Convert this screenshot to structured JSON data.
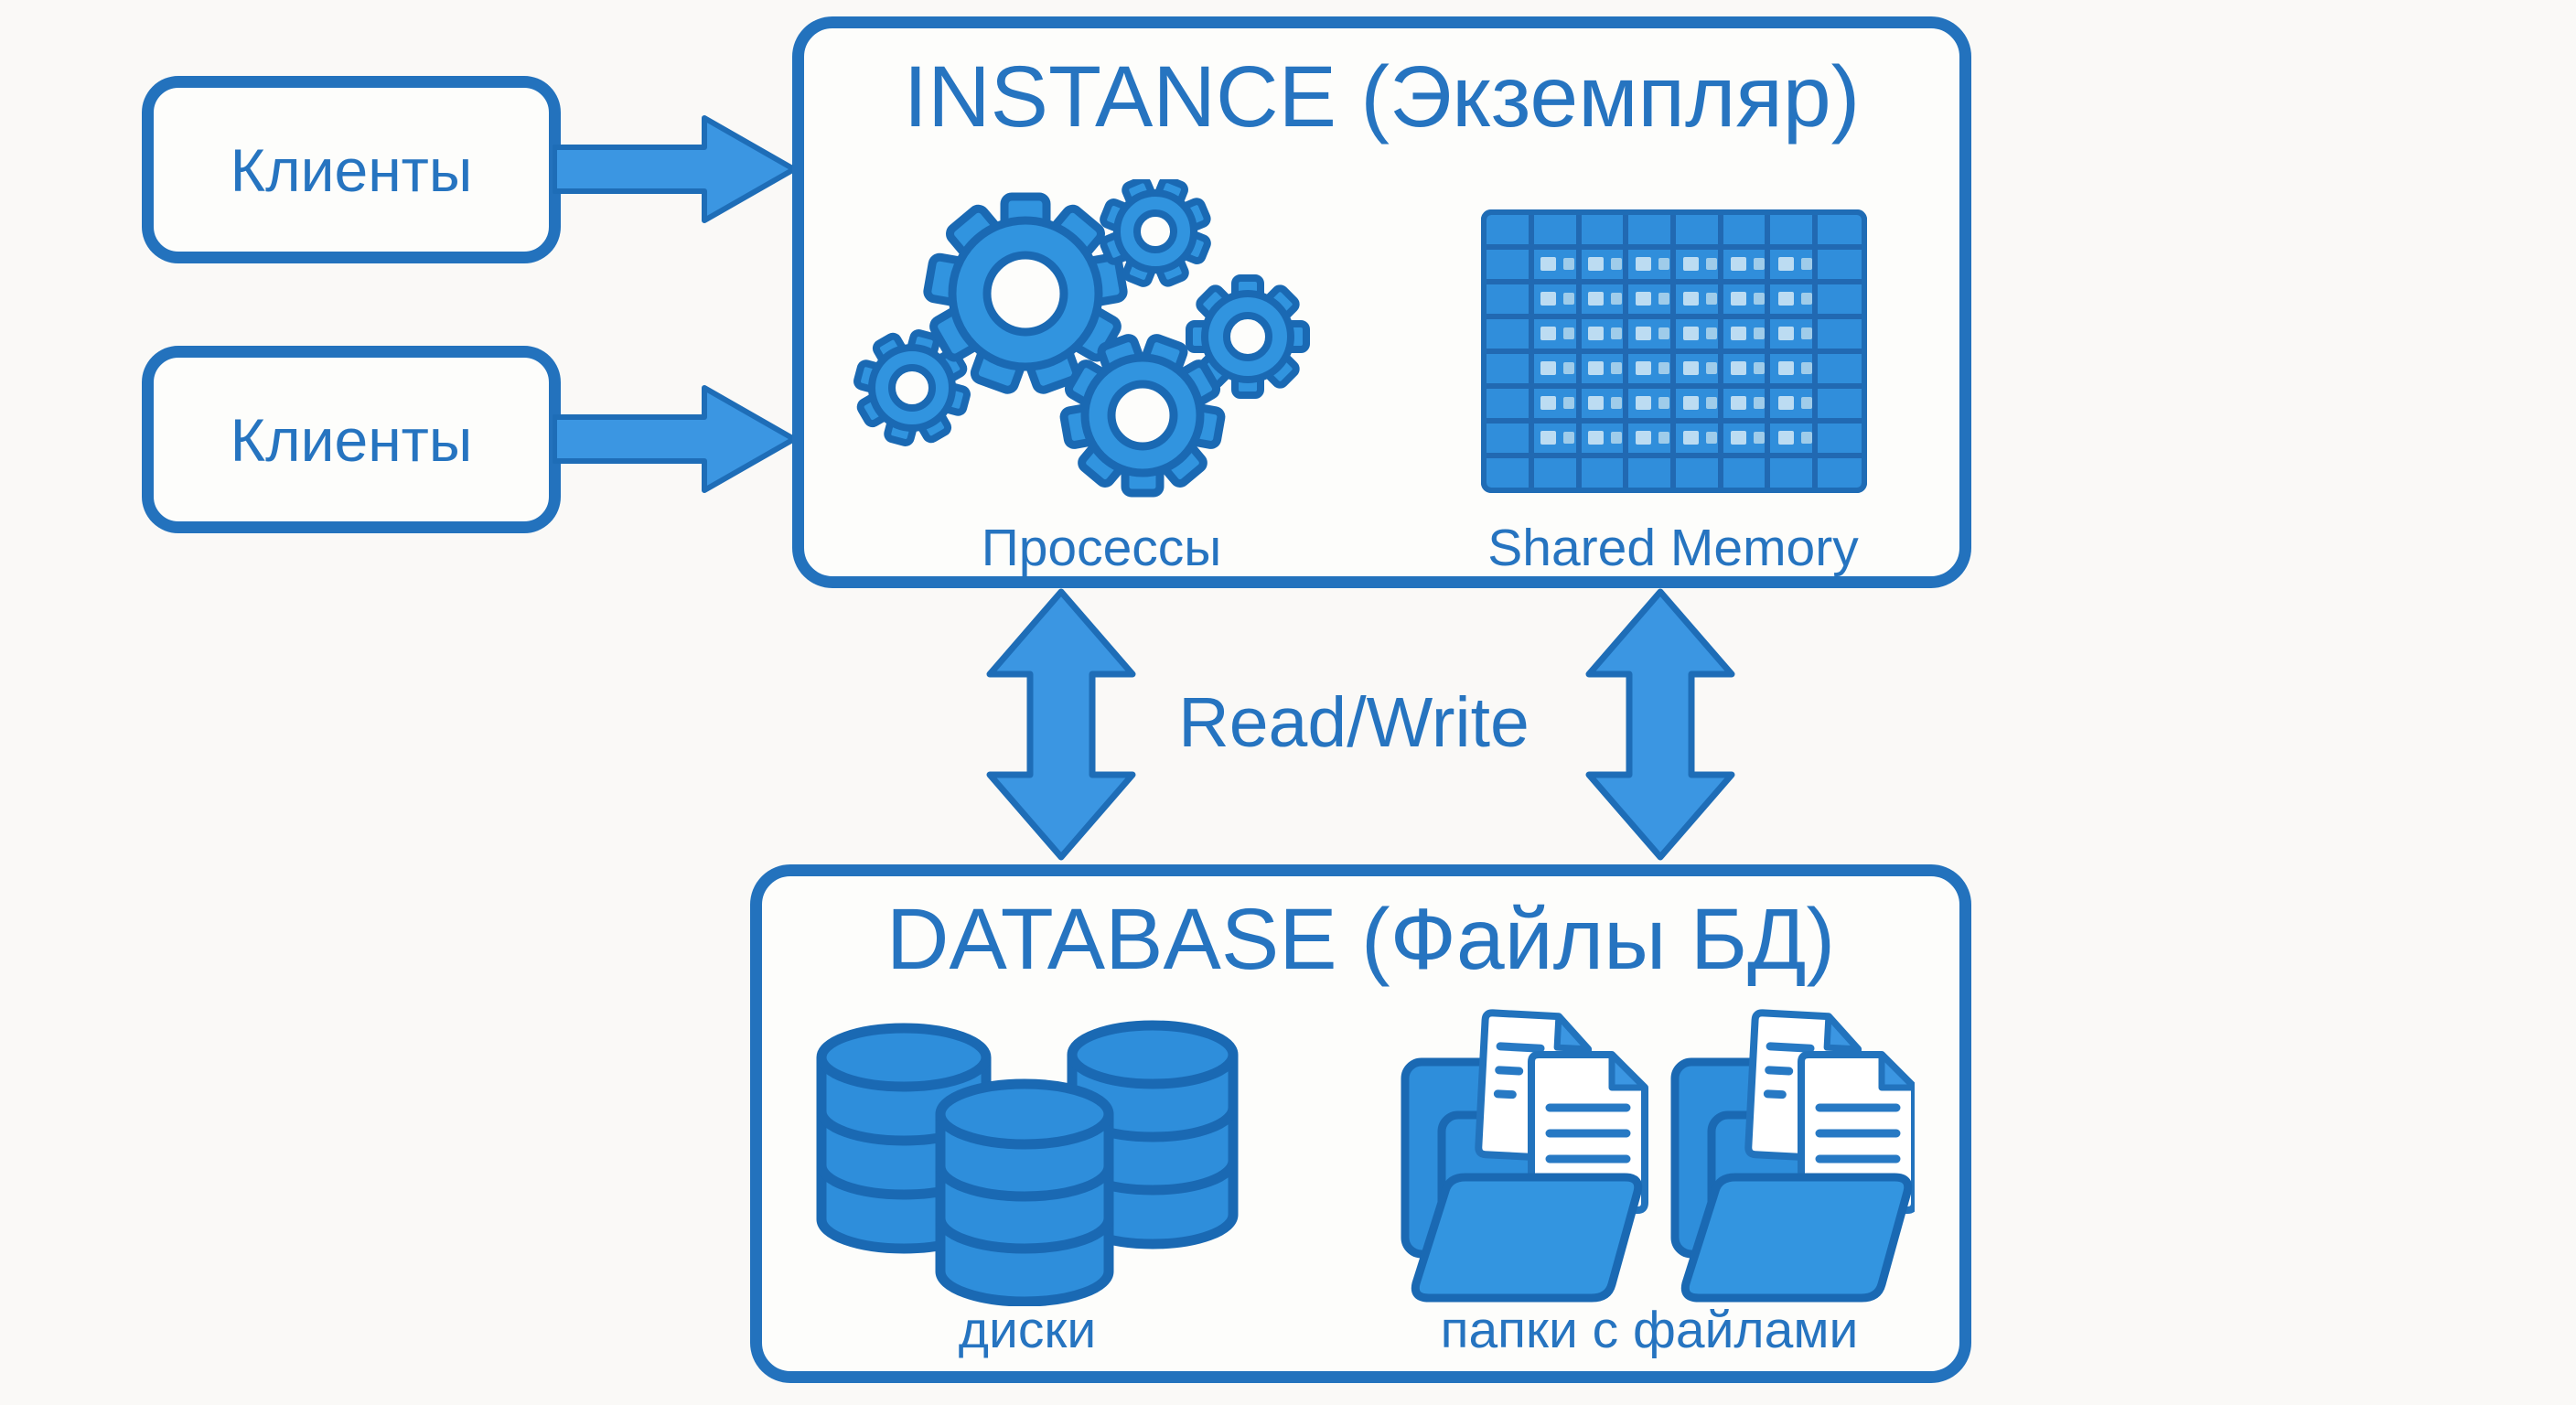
{
  "diagram": {
    "background_color": "#faf9f7",
    "outline_color": "#2372bd",
    "fill_color": "#3b96e2",
    "text_color": "#2674c0",
    "clients": [
      {
        "label": "Клиенты"
      },
      {
        "label": "Клиенты"
      }
    ],
    "instance": {
      "title": "INSTANCE (Экземпляр)",
      "processes_label": "Просессы",
      "processes_icon": "gears-icon",
      "shared_memory_label": "Shared Memory",
      "shared_memory_icon": "memory-grid-icon"
    },
    "read_write_label": "Read/Write",
    "database": {
      "title": "DATABASE (Файлы БД)",
      "disks_label": "диски",
      "disks_icon": "disk-stack-icon",
      "folders_label": "папки с файлами",
      "folders_icon": "folders-with-files-icon"
    }
  }
}
